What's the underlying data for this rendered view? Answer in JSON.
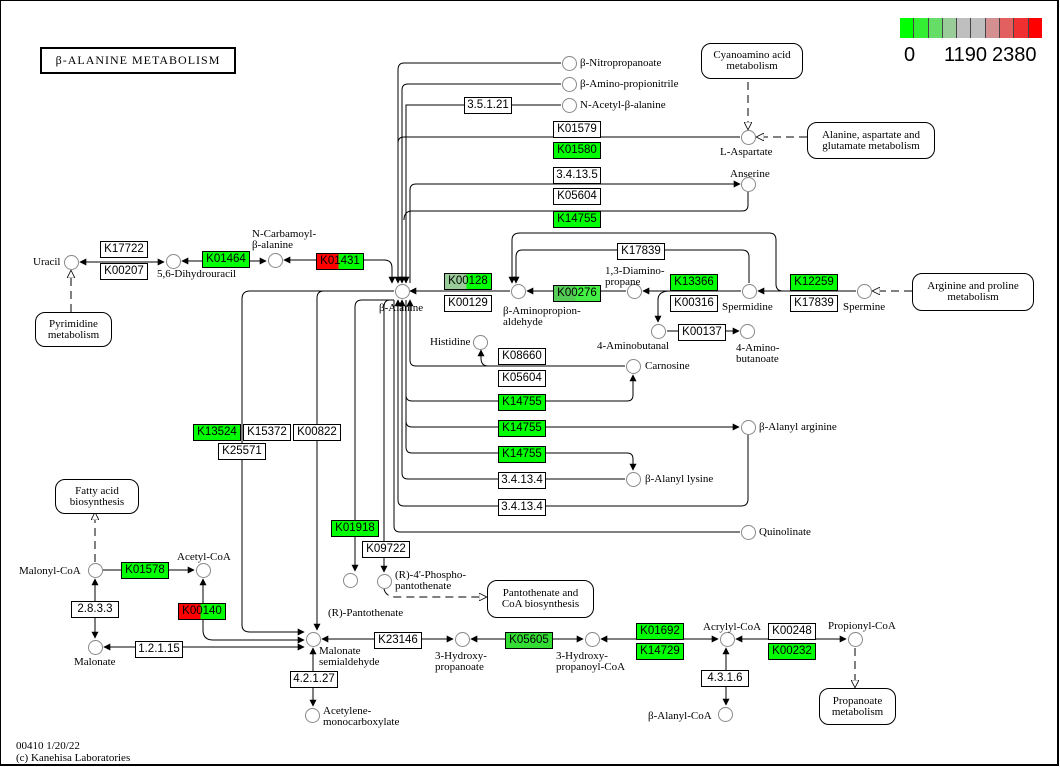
{
  "title": "β-ALANINE METABOLISM",
  "legend": {
    "colors": [
      "#00ff00",
      "#33ee33",
      "#66dd66",
      "#99cc99",
      "#bfbfbf",
      "#bfbfbf",
      "#d49090",
      "#e36060",
      "#f03030",
      "#ff0000"
    ],
    "ticks": [
      "0",
      "1190",
      "2380"
    ]
  },
  "footer": "00410 1/20/22\n(c) Kanehisa Laboratories",
  "genes": [
    {
      "label": "K17722",
      "colors": [
        "#ffffff"
      ]
    },
    {
      "label": "K00207",
      "colors": [
        "#ffffff"
      ]
    },
    {
      "label": "K01464",
      "colors": [
        "#00ff00"
      ]
    },
    {
      "label": "K01431",
      "colors": [
        "#ff0000",
        "#00ff00"
      ]
    },
    {
      "label": "K00128",
      "colors": [
        "#99cc99",
        "#00ff00"
      ]
    },
    {
      "label": "K00129",
      "colors": [
        "#ffffff"
      ]
    },
    {
      "label": "K00276",
      "colors": [
        "#55cc55",
        "#44ee44"
      ]
    },
    {
      "label": "K13366",
      "colors": [
        "#00ff00"
      ]
    },
    {
      "label": "K00316",
      "colors": [
        "#ffffff"
      ]
    },
    {
      "label": "K12259",
      "colors": [
        "#00ff00"
      ]
    },
    {
      "label": "K17839",
      "colors": [
        "#ffffff"
      ]
    },
    {
      "label": "K17839",
      "colors": [
        "#ffffff"
      ]
    },
    {
      "label": "K00137",
      "colors": [
        "#ffffff"
      ]
    },
    {
      "label": "K08660",
      "colors": [
        "#ffffff"
      ]
    },
    {
      "label": "K05604",
      "colors": [
        "#ffffff"
      ]
    },
    {
      "label": "K14755",
      "colors": [
        "#00ff00"
      ]
    },
    {
      "label": "K14755",
      "colors": [
        "#00ff00"
      ]
    },
    {
      "label": "K14755",
      "colors": [
        "#00ff00"
      ]
    },
    {
      "label": "3.4.13.4",
      "colors": [
        "#ffffff"
      ]
    },
    {
      "label": "3.4.13.4",
      "colors": [
        "#ffffff"
      ]
    },
    {
      "label": "3.5.1.21",
      "colors": [
        "#ffffff"
      ]
    },
    {
      "label": "K01579",
      "colors": [
        "#ffffff"
      ]
    },
    {
      "label": "K01580",
      "colors": [
        "#00ff00"
      ]
    },
    {
      "label": "3.4.13.5",
      "colors": [
        "#ffffff"
      ]
    },
    {
      "label": "K05604",
      "colors": [
        "#ffffff"
      ]
    },
    {
      "label": "K14755",
      "colors": [
        "#00ff00"
      ]
    },
    {
      "label": "K13524",
      "colors": [
        "#00ff00"
      ]
    },
    {
      "label": "K15372",
      "colors": [
        "#ffffff"
      ]
    },
    {
      "label": "K00822",
      "colors": [
        "#ffffff"
      ]
    },
    {
      "label": "K25571",
      "colors": [
        "#ffffff"
      ]
    },
    {
      "label": "K01918",
      "colors": [
        "#00ff00"
      ]
    },
    {
      "label": "K09722",
      "colors": [
        "#ffffff"
      ]
    },
    {
      "label": "K01578",
      "colors": [
        "#00ff00"
      ]
    },
    {
      "label": "K00140",
      "colors": [
        "#ff0000",
        "#00ff00"
      ]
    },
    {
      "label": "2.8.3.3",
      "colors": [
        "#ffffff"
      ]
    },
    {
      "label": "1.2.1.15",
      "colors": [
        "#ffffff"
      ]
    },
    {
      "label": "K23146",
      "colors": [
        "#ffffff"
      ]
    },
    {
      "label": "4.2.1.27",
      "colors": [
        "#ffffff"
      ]
    },
    {
      "label": "K05605",
      "colors": [
        "#33dd33"
      ]
    },
    {
      "label": "K01692",
      "colors": [
        "#00ff00"
      ]
    },
    {
      "label": "K14729",
      "colors": [
        "#00ff00"
      ]
    },
    {
      "label": "K00248",
      "colors": [
        "#ffffff"
      ]
    },
    {
      "label": "K00232",
      "colors": [
        "#00ff00"
      ]
    },
    {
      "label": "4.3.1.6",
      "colors": [
        "#ffffff"
      ]
    }
  ],
  "compounds": [
    {
      "label": "Uracil"
    },
    {
      "label": "5,6-Dihydrouracil"
    },
    {
      "label": "N-Carbamoyl-\nβ-alanine"
    },
    {
      "label": "β-Alanine"
    },
    {
      "label": "β-Aminopropion-\naldehyde"
    },
    {
      "label": "1,3-Diamino-\npropane"
    },
    {
      "label": "Spermidine"
    },
    {
      "label": "Spermine"
    },
    {
      "label": "4-Aminobutanal"
    },
    {
      "label": "4-Amino-\nbutanoate"
    },
    {
      "label": "Histidine"
    },
    {
      "label": "Carnosine"
    },
    {
      "label": "β-Alanyl arginine"
    },
    {
      "label": "β-Alanyl lysine"
    },
    {
      "label": "Quinolinate"
    },
    {
      "label": "β-Nitropropanoate"
    },
    {
      "label": "β-Amino-propionitrile"
    },
    {
      "label": "N-Acetyl-β-alanine"
    },
    {
      "label": "L-Aspartate"
    },
    {
      "label": "Anserine"
    },
    {
      "label": "Malonyl-CoA"
    },
    {
      "label": "Acetyl-CoA"
    },
    {
      "label": "Malonate"
    },
    {
      "label": "Malonate\nsemialdehyde"
    },
    {
      "label": "(R)-Pantothenate"
    },
    {
      "label": "(R)-4'-Phospho-\npantothenate"
    },
    {
      "label": "3-Hydroxy-\npropanoate"
    },
    {
      "label": "3-Hydroxy-\npropanoyl-CoA"
    },
    {
      "label": "Acrylyl-CoA"
    },
    {
      "label": "Propionyl-CoA"
    },
    {
      "label": "β-Alanyl-CoA"
    },
    {
      "label": "Acetylene-\nmonocarboxylate"
    }
  ],
  "maps": [
    {
      "label": "Cyanoamino acid\nmetabolism"
    },
    {
      "label": "Alanine, aspartate and\nglutamate metabolism"
    },
    {
      "label": "Arginine and proline\nmetabolism"
    },
    {
      "label": "Pyrimidine\nmetabolism"
    },
    {
      "label": "Fatty acid\nbiosynthesis"
    },
    {
      "label": "Pantothenate and\nCoA biosynthesis"
    },
    {
      "label": "Propanoate\nmetabolism"
    }
  ]
}
